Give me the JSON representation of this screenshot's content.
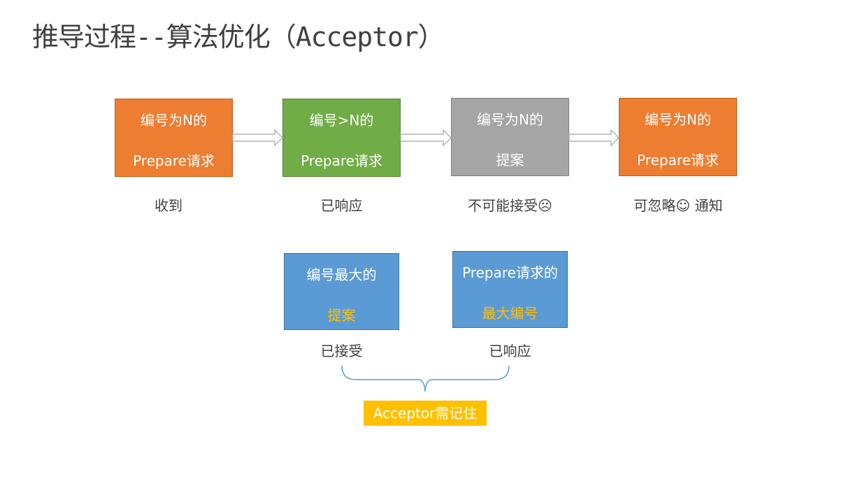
{
  "title": "推导过程--算法优化（Acceptor）",
  "flow": [
    {
      "line1": "编号为N的",
      "line2": "Prepare请求",
      "caption": "收到"
    },
    {
      "line1": "编号>N的",
      "line2": "Prepare请求",
      "caption": "已响应"
    },
    {
      "line1": "编号为N的",
      "line2": "提案",
      "caption": "不可能接受☹"
    },
    {
      "line1": "编号为N的",
      "line2": "Prepare请求",
      "caption": "可忽略☺ 通知"
    }
  ],
  "memory": [
    {
      "line1": "编号最大的",
      "line2": "提案",
      "caption": "已接受"
    },
    {
      "line1": "Prepare请求的",
      "line2": "最大编号",
      "caption": "已响应"
    }
  ],
  "note": "Acceptor需记住",
  "colors": {
    "orange": "#ED7D31",
    "green": "#70AD47",
    "gray": "#A5A5A5",
    "blue": "#5B9BD5",
    "gold": "#FFC000"
  }
}
